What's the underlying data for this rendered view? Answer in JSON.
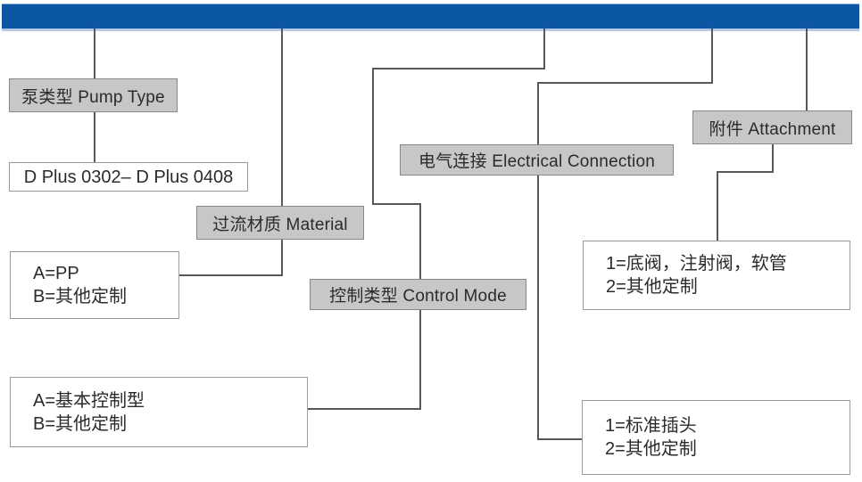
{
  "diagram": {
    "kind": "pump-model-code-legend",
    "colors": {
      "header_bar": "#0b57a3",
      "header_bar_edge": "#b3c9e4",
      "label_box_fill": "#c7c7c7",
      "label_box_border": "#878787",
      "value_box_border": "#9c9c9c",
      "connector_line": "#57585a",
      "text": "#2b2b2b"
    },
    "nodes": {
      "pump_type": {
        "label": "泵类型 Pump Type"
      },
      "pump_type_value": {
        "text": "D Plus 0302– D Plus 0408"
      },
      "material": {
        "label": "过流材质 Material"
      },
      "material_options": {
        "line1": "A=PP",
        "line2": "B=其他定制"
      },
      "control_mode": {
        "label": "控制类型 Control Mode"
      },
      "control_mode_options": {
        "line1": "A=基本控制型",
        "line2": "B=其他定制"
      },
      "electrical_connection": {
        "label": "电气连接 Electrical Connection"
      },
      "electrical_connection_options": {
        "line1": "1=标准插头",
        "line2": "2=其他定制"
      },
      "attachment": {
        "label": "附件 Attachment"
      },
      "attachment_options": {
        "line1": "1=底阀，注射阀，软管",
        "line2": "2=其他定制"
      }
    }
  }
}
